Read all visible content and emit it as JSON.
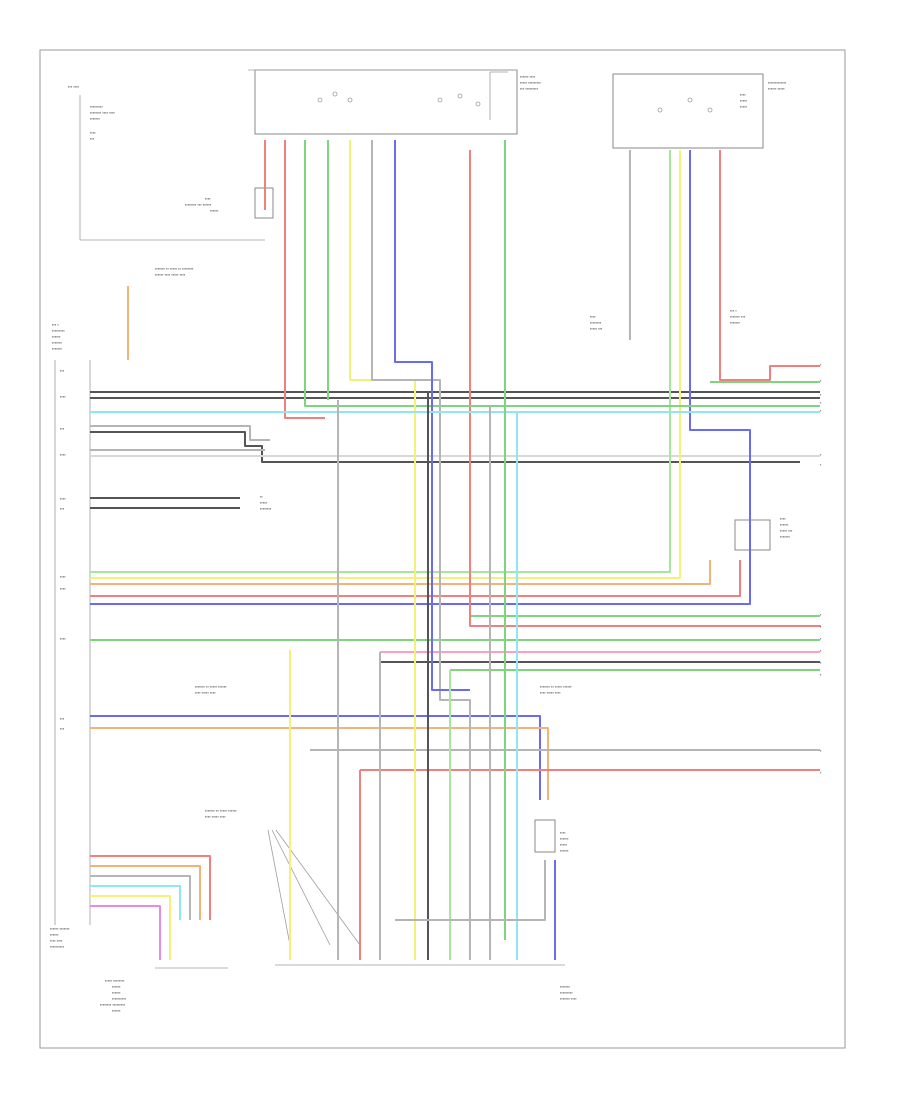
{
  "diagram": {
    "footer_code": "",
    "colors": {
      "frame": "#9a9a9a",
      "red": "#f08080",
      "pink": "#ff9fbf",
      "green": "#7fd47f",
      "ltgreen": "#a8e6a0",
      "yellow": "#f2f27a",
      "blue": "#6b6bf0",
      "black": "#555555",
      "gray": "#b5b5b5",
      "white": "#d8d8d8",
      "orange": "#f3b27a",
      "cyan": "#8fe8f0",
      "violet": "#e48ce8"
    },
    "components": [
      {
        "id": "ignition-switch",
        "label": ""
      },
      {
        "id": "combination-switch",
        "label": ""
      },
      {
        "id": "transmission-control-switch",
        "label": ""
      },
      {
        "id": "engine-control-module",
        "label": ""
      },
      {
        "id": "shift-lock-solenoid",
        "label": ""
      },
      {
        "id": "neutral-safety-switch",
        "label": ""
      },
      {
        "id": "park-position-switch",
        "label": ""
      },
      {
        "id": "speed-sensor",
        "label": ""
      },
      {
        "id": "transmission-solenoids",
        "label": ""
      }
    ]
  }
}
